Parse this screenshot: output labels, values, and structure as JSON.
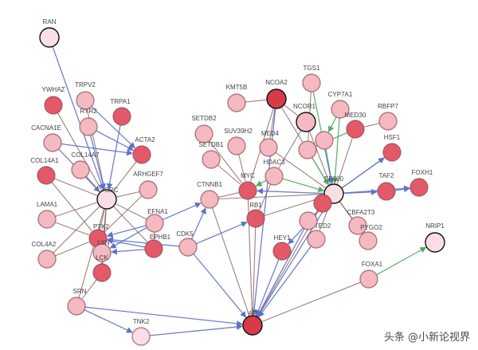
{
  "colors": {
    "node_dark_red": "#d83a4a",
    "node_red": "#e4596a",
    "node_mid": "#ec8a96",
    "node_light": "#f4b9c1",
    "node_pale": "#f9dfe3",
    "hub_stroke": "#111111",
    "node_stroke": "#7a3a3f",
    "edge_brown": "#8b6a64",
    "edge_blue": "#5f72c8",
    "edge_green": "#52ad62"
  },
  "nodes": [
    {
      "id": "RAN",
      "label": "RAN",
      "fill": "pale",
      "hub": true
    },
    {
      "id": "YWHAZ",
      "label": "YWHAZ",
      "fill": "red"
    },
    {
      "id": "TRPV2",
      "label": "TRPV2",
      "fill": "light"
    },
    {
      "id": "TRPA1",
      "label": "TRPA1",
      "fill": "red"
    },
    {
      "id": "RYR2",
      "label": "RYR2",
      "fill": "light"
    },
    {
      "id": "CACNA1E",
      "label": "CACNA1E",
      "fill": "light"
    },
    {
      "id": "COL14A7",
      "label": "COL14A7",
      "fill": "light"
    },
    {
      "id": "ACTA2",
      "label": "ACTA2",
      "fill": "red"
    },
    {
      "id": "COL14A1",
      "label": "COL14A1",
      "fill": "red"
    },
    {
      "id": "ARHGEF7",
      "label": "ARHGEF7",
      "fill": "light"
    },
    {
      "id": "SRC",
      "label": "SRC",
      "fill": "pale",
      "hub": true
    },
    {
      "id": "LAMA1",
      "label": "LAMA1",
      "fill": "light"
    },
    {
      "id": "EFNA1",
      "label": "EFNA1",
      "fill": "light"
    },
    {
      "id": "PTK2",
      "label": "PTK2",
      "fill": "red"
    },
    {
      "id": "COL4A2",
      "label": "COL4A2",
      "fill": "light"
    },
    {
      "id": "EPHB1",
      "label": "EPHB1",
      "fill": "red"
    },
    {
      "id": "LYN",
      "label": "LYN",
      "fill": "light"
    },
    {
      "id": "LCK",
      "label": "LCK",
      "fill": "red"
    },
    {
      "id": "SRN",
      "label": "SRN",
      "fill": "light"
    },
    {
      "id": "TNK2",
      "label": "TNK2",
      "fill": "pale"
    },
    {
      "id": "CDK5",
      "label": "CDK5",
      "fill": "light"
    },
    {
      "id": "CTNNB1",
      "label": "CTNNB1",
      "fill": "light"
    },
    {
      "id": "KMT5B",
      "label": "KMT5B",
      "fill": "light"
    },
    {
      "id": "SETDB2",
      "label": "SETDB2",
      "fill": "light"
    },
    {
      "id": "SUV39H2",
      "label": "SUV39H2",
      "fill": "light"
    },
    {
      "id": "SETDB1",
      "label": "SETDB1",
      "fill": "light"
    },
    {
      "id": "NCOA2",
      "label": "NCOA2",
      "fill": "dark",
      "hub": true
    },
    {
      "id": "NCOR1",
      "label": "NCOR1",
      "fill": "light",
      "hub": true
    },
    {
      "id": "TGS1",
      "label": "TGS1",
      "fill": "light"
    },
    {
      "id": "CYP7A1",
      "label": "CYP7A1",
      "fill": "light"
    },
    {
      "id": "RBFP7",
      "label": "RBFP7",
      "fill": "light"
    },
    {
      "id": "MED30",
      "label": "MED30",
      "fill": "red"
    },
    {
      "id": "MED4",
      "label": "MED4",
      "fill": "light"
    },
    {
      "id": "HSF1",
      "label": "HSF1",
      "fill": "red"
    },
    {
      "id": "HDAC3",
      "label": "HDAC3",
      "fill": "light"
    },
    {
      "id": "EP300",
      "label": "EP300",
      "fill": "pale",
      "hub": true
    },
    {
      "id": "TAF2",
      "label": "TAF2",
      "fill": "red"
    },
    {
      "id": "FOXH1",
      "label": "FOXH1",
      "fill": "red"
    },
    {
      "id": "MYC",
      "label": "MYC",
      "fill": "red"
    },
    {
      "id": "RB1",
      "label": "RB1",
      "fill": "red"
    },
    {
      "id": "HEY1",
      "label": "HEY1",
      "fill": "red"
    },
    {
      "id": "CITED2",
      "label": "CITED2",
      "fill": "light"
    },
    {
      "id": "CBFA2T3",
      "label": "CBFA2T3",
      "fill": "light"
    },
    {
      "id": "PYGO2",
      "label": "PYGO2",
      "fill": "light"
    },
    {
      "id": "NRIP1",
      "label": "NRIP1",
      "fill": "pale",
      "hub": true
    },
    {
      "id": "FOXA1",
      "label": "FOXA1",
      "fill": "light"
    },
    {
      "id": "AR",
      "label": "AR",
      "fill": "dark",
      "hub": true
    },
    {
      "id": "MED1X",
      "label": "",
      "fill": "light"
    },
    {
      "id": "MED1Y",
      "label": "",
      "fill": "light"
    },
    {
      "id": "TLE",
      "label": "",
      "fill": "red"
    },
    {
      "id": "CHD",
      "label": "",
      "fill": "light"
    }
  ],
  "edges": [
    {
      "s": "RAN",
      "t": "SRC",
      "type": "blue"
    },
    {
      "s": "YWHAZ",
      "t": "SRC",
      "type": "brown"
    },
    {
      "s": "TRPV2",
      "t": "SRC",
      "type": "brown"
    },
    {
      "s": "TRPA1",
      "t": "SRC",
      "type": "blue"
    },
    {
      "s": "RYR2",
      "t": "SRC",
      "type": "blue"
    },
    {
      "s": "CACNA1E",
      "t": "SRC",
      "type": "blue"
    },
    {
      "s": "COL14A7",
      "t": "SRC",
      "type": "brown"
    },
    {
      "s": "COL14A1",
      "t": "SRC",
      "type": "brown"
    },
    {
      "s": "ACTA2",
      "t": "SRC",
      "type": "brown"
    },
    {
      "s": "ARHGEF7",
      "t": "SRC",
      "type": "brown"
    },
    {
      "s": "LAMA1",
      "t": "SRC",
      "type": "brown"
    },
    {
      "s": "EFNA1",
      "t": "SRC",
      "type": "brown"
    },
    {
      "s": "COL4A2",
      "t": "SRC",
      "type": "brown"
    },
    {
      "s": "PTK2",
      "t": "SRC",
      "type": "brown"
    },
    {
      "s": "LYN",
      "t": "SRC",
      "type": "brown"
    },
    {
      "s": "EPHB1",
      "t": "SRC",
      "type": "brown"
    },
    {
      "s": "LCK",
      "t": "SRC",
      "type": "brown"
    },
    {
      "s": "SRN",
      "t": "SRC",
      "type": "brown"
    },
    {
      "s": "RYR2",
      "t": "ACTA2",
      "type": "blue"
    },
    {
      "s": "TRPV2",
      "t": "ACTA2",
      "type": "blue"
    },
    {
      "s": "CACNA1E",
      "t": "ACTA2",
      "type": "blue"
    },
    {
      "s": "COL14A1",
      "t": "PTK2",
      "type": "brown"
    },
    {
      "s": "LAMA1",
      "t": "PTK2",
      "type": "brown"
    },
    {
      "s": "COL4A2",
      "t": "PTK2",
      "type": "brown"
    },
    {
      "s": "ARHGEF7",
      "t": "PTK2",
      "type": "brown"
    },
    {
      "s": "EFNA1",
      "t": "PTK2",
      "type": "blue"
    },
    {
      "s": "EPHB1",
      "t": "PTK2",
      "type": "blue"
    },
    {
      "s": "CDK5",
      "t": "PTK2",
      "type": "blue"
    },
    {
      "s": "EPHB1",
      "t": "LYN",
      "type": "blue"
    },
    {
      "s": "EFNA1",
      "t": "LYN",
      "type": "blue"
    },
    {
      "s": "LCK",
      "t": "LYN",
      "type": "blue"
    },
    {
      "s": "EFNA1",
      "t": "EPHB1",
      "type": "brown"
    },
    {
      "s": "PTK2",
      "t": "LYN",
      "type": "brown"
    },
    {
      "s": "LCK",
      "t": "SRN",
      "type": "brown"
    },
    {
      "s": "SRN",
      "t": "TNK2",
      "type": "blue"
    },
    {
      "s": "SRN",
      "t": "AR",
      "type": "blue"
    },
    {
      "s": "TNK2",
      "t": "AR",
      "type": "blue"
    },
    {
      "s": "CDK5",
      "t": "AR",
      "type": "blue"
    },
    {
      "s": "CDK5",
      "t": "CTNNB1",
      "type": "blue"
    },
    {
      "s": "CDK5",
      "t": "RB1",
      "type": "blue"
    },
    {
      "s": "EFNA1",
      "t": "CTNNB1",
      "type": "blue"
    },
    {
      "s": "CTNNB1",
      "t": "AR",
      "type": "brown"
    },
    {
      "s": "CTNNB1",
      "t": "EP300",
      "type": "brown"
    },
    {
      "s": "CTNNB1",
      "t": "MYC",
      "type": "brown"
    },
    {
      "s": "KMT5B",
      "t": "NCOA2",
      "type": "brown"
    },
    {
      "s": "SETDB2",
      "t": "MYC",
      "type": "brown"
    },
    {
      "s": "SUV39H2",
      "t": "MYC",
      "type": "brown"
    },
    {
      "s": "SETDB1",
      "t": "MYC",
      "type": "brown"
    },
    {
      "s": "NCOA2",
      "t": "EP300",
      "type": "brown"
    },
    {
      "s": "NCOA2",
      "t": "AR",
      "type": "blue"
    },
    {
      "s": "NCOA2",
      "t": "MED4",
      "type": "brown"
    },
    {
      "s": "NCOA2",
      "t": "MYC",
      "type": "brown"
    },
    {
      "s": "NCOA2",
      "t": "NCOR1",
      "type": "brown"
    },
    {
      "s": "NCOR1",
      "t": "EP300",
      "type": "brown"
    },
    {
      "s": "NCOR1",
      "t": "HDAC3",
      "type": "brown"
    },
    {
      "s": "TGS1",
      "t": "EP300",
      "type": "green"
    },
    {
      "s": "TGS1",
      "t": "MED1X",
      "type": "brown"
    },
    {
      "s": "CYP7A1",
      "t": "EP300",
      "type": "green"
    },
    {
      "s": "CYP7A1",
      "t": "MED1Y",
      "type": "green"
    },
    {
      "s": "MED30",
      "t": "EP300",
      "type": "brown"
    },
    {
      "s": "MED30",
      "t": "MED1X",
      "type": "green"
    },
    {
      "s": "RBFP7",
      "t": "MED30",
      "type": "brown"
    },
    {
      "s": "HSF1",
      "t": "EP300",
      "type": "brown"
    },
    {
      "s": "MED4",
      "t": "EP300",
      "type": "brown"
    },
    {
      "s": "HDAC3",
      "t": "EP300",
      "type": "green"
    },
    {
      "s": "HDAC3",
      "t": "RB1",
      "type": "brown"
    },
    {
      "s": "EP300",
      "t": "TAF2",
      "type": "blue"
    },
    {
      "s": "EP300",
      "t": "FOXH1",
      "type": "blue"
    },
    {
      "s": "EP300",
      "t": "MYC",
      "type": "blue"
    },
    {
      "s": "EP300",
      "t": "RB1",
      "type": "brown"
    },
    {
      "s": "EP300",
      "t": "HEY1",
      "type": "blue"
    },
    {
      "s": "EP300",
      "t": "CITED2",
      "type": "brown"
    },
    {
      "s": "EP300",
      "t": "CBFA2T3",
      "type": "brown"
    },
    {
      "s": "EP300",
      "t": "PYGO2",
      "type": "brown"
    },
    {
      "s": "EP300",
      "t": "AR",
      "type": "blue"
    },
    {
      "s": "EP300",
      "t": "TLE",
      "type": "brown"
    },
    {
      "s": "EP300",
      "t": "CHD",
      "type": "brown"
    },
    {
      "s": "EP300",
      "t": "HSF1",
      "type": "blue"
    },
    {
      "s": "TAF2",
      "t": "FOXH1",
      "type": "blue"
    },
    {
      "s": "CITED2",
      "t": "AR",
      "type": "blue"
    },
    {
      "s": "HEY1",
      "t": "AR",
      "type": "blue"
    },
    {
      "s": "RB1",
      "t": "AR",
      "type": "brown"
    },
    {
      "s": "MYC",
      "t": "AR",
      "type": "brown"
    },
    {
      "s": "FOXA1",
      "t": "AR",
      "type": "brown"
    },
    {
      "s": "FOXA1",
      "t": "NRIP1",
      "type": "green"
    },
    {
      "s": "MED1X",
      "t": "EP300",
      "type": "green"
    },
    {
      "s": "MED1Y",
      "t": "EP300",
      "type": "blue"
    },
    {
      "s": "TLE",
      "t": "AR",
      "type": "brown"
    },
    {
      "s": "CHD",
      "t": "AR",
      "type": "blue"
    },
    {
      "s": "HDAC3",
      "t": "MYC",
      "type": "green"
    }
  ],
  "watermark": {
    "text": "头条 @小新论视界"
  }
}
